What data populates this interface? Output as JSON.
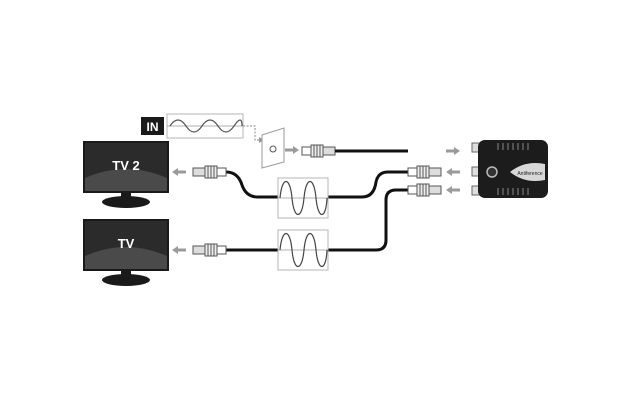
{
  "input": {
    "label": "IN"
  },
  "tvs": [
    {
      "label": "TV 2"
    },
    {
      "label": "TV"
    }
  ],
  "device": {
    "brand": "Antiference"
  },
  "colors": {
    "cable": "#111111",
    "screen": "#2b2b2b",
    "arrow": "#9a9a9a",
    "box_border": "#b5b5b5"
  }
}
